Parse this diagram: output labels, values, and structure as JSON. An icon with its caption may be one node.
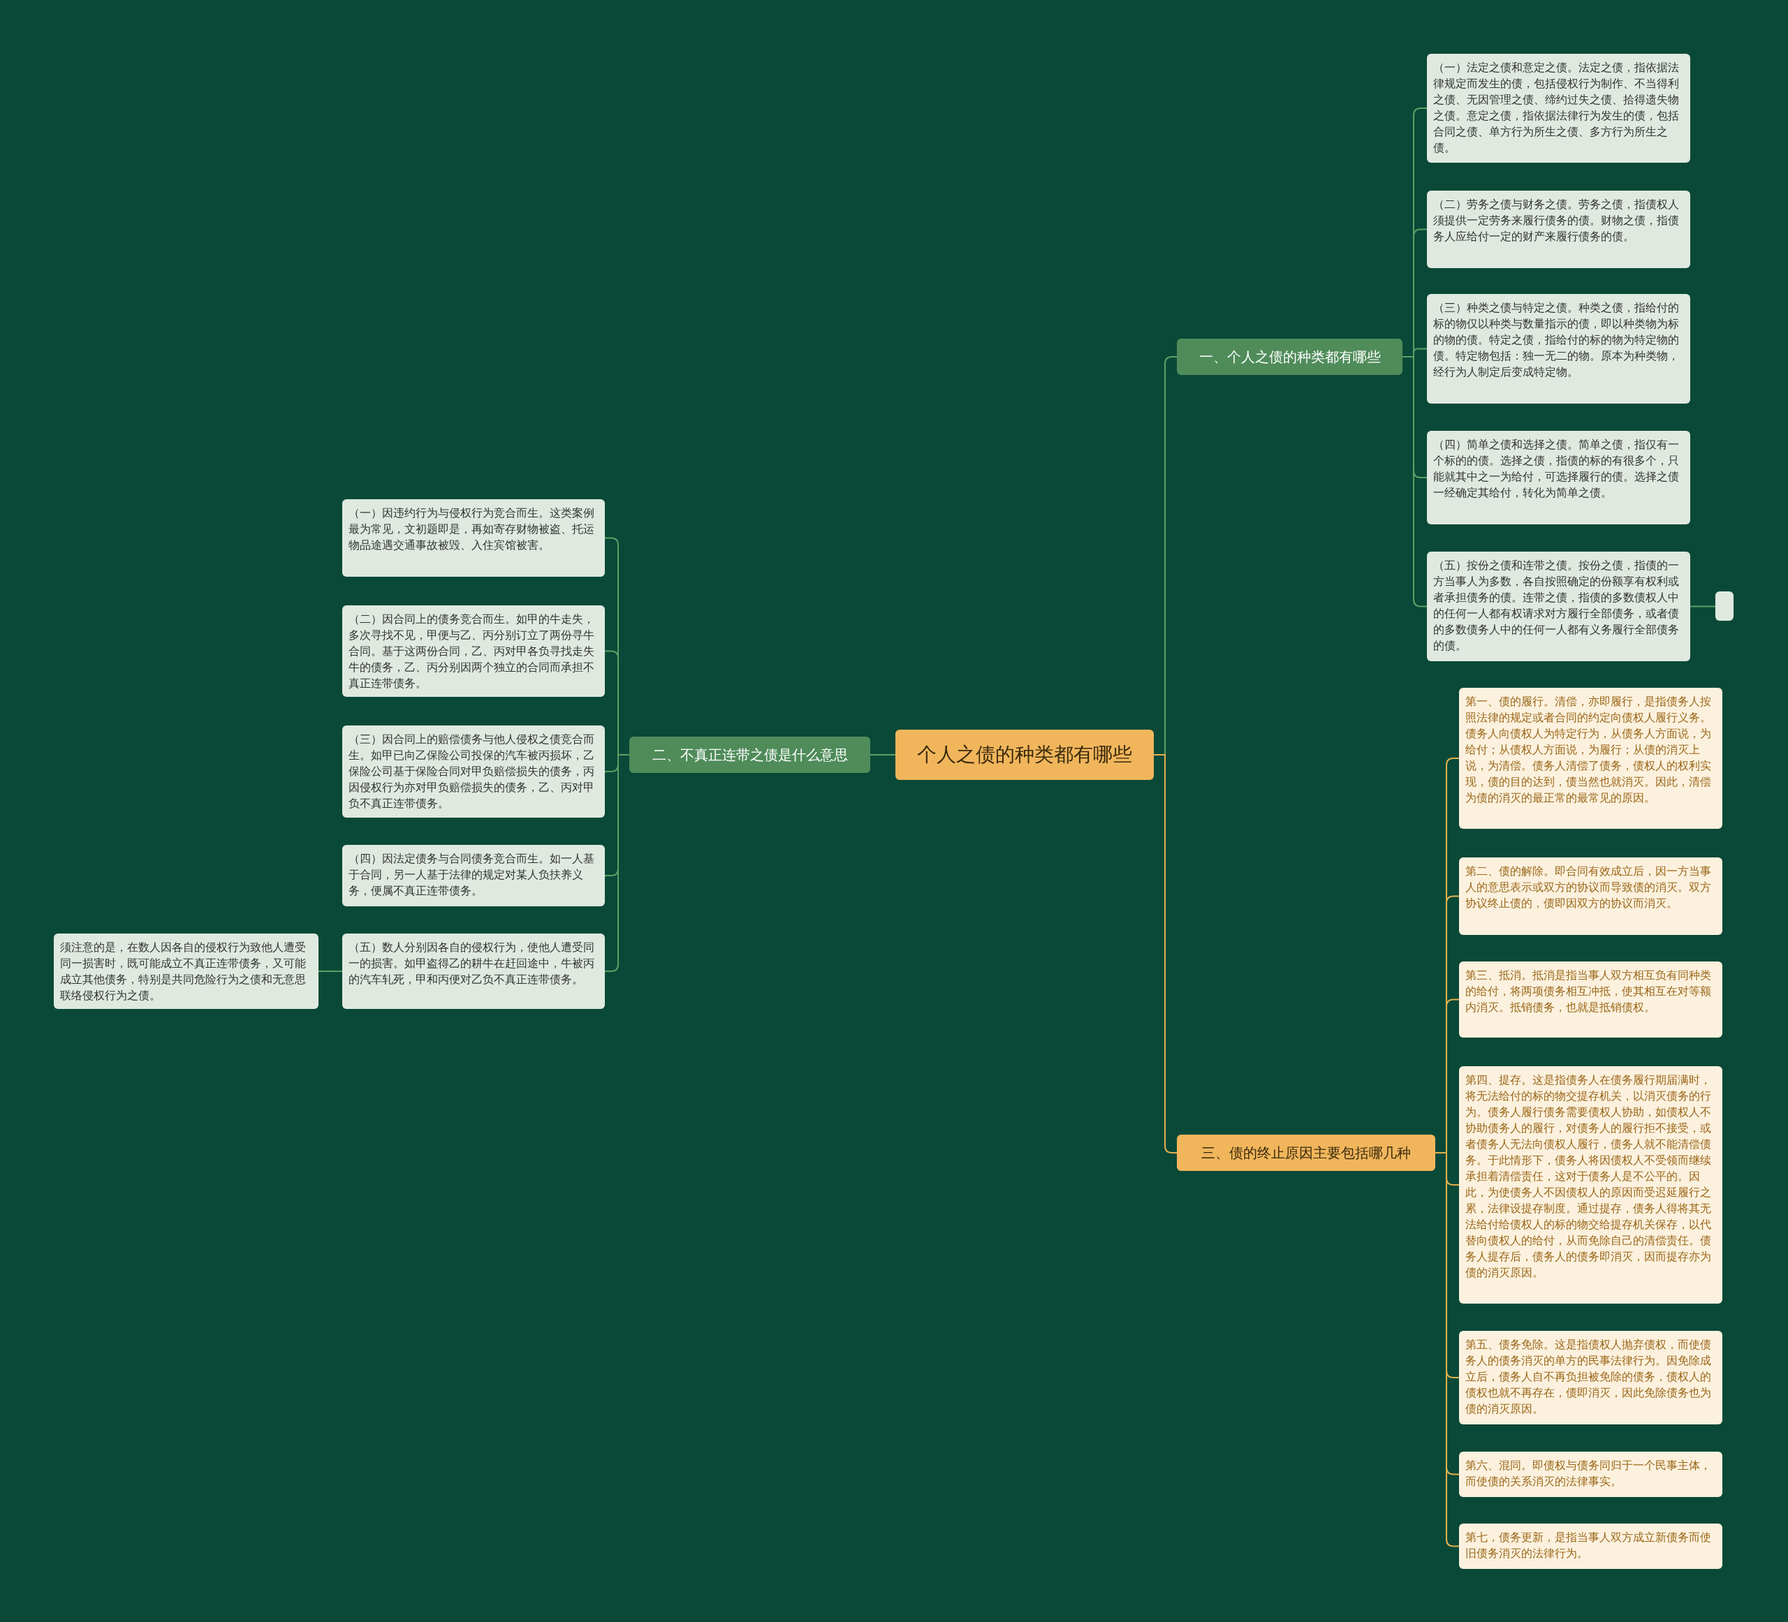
{
  "diagram": {
    "nodes": [
      {
        "text": [
          "个人之债的种类都有哪些"
        ]
      },
      {
        "text": [
          "一、个人之债的种类都有哪些"
        ]
      },
      {
        "text": [
          "（一）法定之债和意定之债。法定之债，指依据法律规定而发生的债，包括侵权行为制作、不当得利之债、无因管理之债、缔约过失之债、拾得遗失物之债。意定之债，指依据法律行为发生的债，包括合同之债、单方行为所生之债、多方行为所生之债。"
        ]
      },
      {
        "text": [
          "（二）劳务之债与财务之债。劳务之债，指债权人须提供一定劳务来履行债务的债。财物之债，指债务人应给付一定的财产来履行债务的债。"
        ]
      },
      {
        "text": [
          "（三）种类之债与特定之债。种类之债，指给付的标的物仅以种类与数量指示的债，即以种类物为标的物的债。特定之债，指给付的标的物为特定物的债。特定物包括：独一无二的物。原本为种类物，经行为人制定后变成特定物。"
        ]
      },
      {
        "text": [
          "（四）简单之债和选择之债。简单之债，指仅有一个标的的债。选择之债，指债的标的有很多个，只能就其中之一为给付，可选择履行的债。选择之债一经确定其给付，转化为简单之债。"
        ]
      },
      {
        "text": [
          "（五）按份之债和连带之债。按份之债，指债的一方当事人为多数，各自按照确定的份额享有权利或者承担债务的债。连带之债，指债的多数债权人中的任何一人都有权请求对方履行全部债务，或者债的多数债务人中的任何一人都有义务履行全部债务的债。"
        ]
      },
      {
        "text": [],
        "shape": "box"
      },
      {
        "text": [
          "二、不真正连带之债是什么意思"
        ]
      },
      {
        "text": [
          "（一）因违约行为与侵权行为竞合而生。这类案例最为常见，文初题即是，再如寄存财物被盗、托运物品途遇交通事故被毁、入住宾馆被害。"
        ]
      },
      {
        "text": [
          "（二）因合同上的债务竞合而生。如甲的牛走失，多次寻找不见，甲便与乙、丙分别订立了两份寻牛合同。基于这两份合同，乙、丙对甲各负寻找走失牛的债务，乙、丙分别因两个独立的合同而承担不真正连带债务。"
        ]
      },
      {
        "text": [
          "（三）因合同上的赔偿债务与他人侵权之债竞合而生。如甲已向乙保险公司投保的汽车被丙损坏，乙保险公司基于保险合同对甲负赔偿损失的债务，丙因侵权行为亦对甲负赔偿损失的债务，乙、丙对甲负不真正连带债务。"
        ]
      },
      {
        "text": [
          "（四）因法定债务与合同债务竞合而生。如一人基于合同，另一人基于法律的规定对某人负扶养义务，便属不真正连带债务。"
        ]
      },
      {
        "text": [
          "（五）数人分别因各自的侵权行为，使他人遭受同一的损害。如甲盗得乙的耕牛在赶回途中，牛被丙的汽车轧死，甲和丙便对乙负不真正连带债务。"
        ]
      },
      {
        "text": [
          "须注意的是，在数人因各自的侵权行为致他人遭受同一损害时，既可能成立不真正连带债务，又可能成立其他债务，特别是共同危险行为之债和无意思联络侵权行为之债。"
        ]
      },
      {
        "text": [
          "三、债的终止原因主要包括哪几种"
        ]
      },
      {
        "text": [
          "第一、债的履行。清偿，亦即履行，是指债务人按照法律的规定或者合同的约定向债权人履行义务。债务人向债权人为特定行为，从债务人方面说，为给付；从债权人方面说，为履行；从债的消灭上说，为清偿。债务人清偿了债务，债权人的权利实现，债的目的达到，债当然也就消灭。因此，清偿为债的消灭的最正常的最常见的原因。"
        ]
      },
      {
        "text": [
          "第二、债的解除。即合同有效成立后，因一方当事人的意思表示或双方的协议而导致债的消灭。双方协议终止债的，债即因双方的协议而消灭。"
        ]
      },
      {
        "text": [
          "第三、抵消。抵消是指当事人双方相互负有同种类的给付，将两项债务相互冲抵，使其相互在对等额内消灭。抵销债务，也就是抵销债权。"
        ]
      },
      {
        "text": [
          "第四、提存。这是指债务人在债务履行期届满时，将无法给付的标的物交提存机关，以消灭债务的行为。债务人履行债务需要债权人协助，如债权人不协助债务人的履行，对债务人的履行拒不接受，或者债务人无法向债权人履行，债务人就不能清偿债务。于此情形下，债务人将因债权人不受领而继续承担着清偿责任，这对于债务人是不公平的。因此，为使债务人不因债权人的原因而受迟延履行之累，法律设提存制度。通过提存，债务人得将其无法给付给债权人的标的物交给提存机关保存，以代替向债权人的给付，从而免除自己的清偿责任。债务人提存后，债务人的债务即消灭，因而提存亦为债的消灭原因。"
        ]
      },
      {
        "text": [
          "第五、债务免除。这是指债权人抛弃债权，而使债务人的债务消灭的单方的民事法律行为。因免除成立后，债务人自不再负担被免除的债务，债权人的债权也就不再存在，债即消灭，因此免除债务也为债的消灭原因。"
        ]
      },
      {
        "text": [
          "第六、混同。即债权与债务同归于一个民事主体，而使债的关系消灭的法律事实。"
        ]
      },
      {
        "text": [
          "第七，债务更新，是指当事人双方成立新债务而使旧债务消灭的法律行为。"
        ]
      }
    ],
    "edges": [
      {
        "from": 0,
        "to": 1,
        "arrow": "none"
      },
      {
        "from": 1,
        "to": 2,
        "arrow": "none"
      },
      {
        "from": 1,
        "to": 3,
        "arrow": "none"
      },
      {
        "from": 1,
        "to": 4,
        "arrow": "none"
      },
      {
        "from": 1,
        "to": 5,
        "arrow": "none"
      },
      {
        "from": 1,
        "to": 6,
        "arrow": "none"
      },
      {
        "from": 6,
        "to": 7,
        "arrow": "none"
      },
      {
        "from": 0,
        "to": 8,
        "arrow": "none"
      },
      {
        "from": 8,
        "to": 9,
        "arrow": "none"
      },
      {
        "from": 8,
        "to": 10,
        "arrow": "none"
      },
      {
        "from": 8,
        "to": 11,
        "arrow": "none"
      },
      {
        "from": 8,
        "to": 12,
        "arrow": "none"
      },
      {
        "from": 8,
        "to": 13,
        "arrow": "none"
      },
      {
        "from": 13,
        "to": 14,
        "arrow": "none"
      },
      {
        "from": 0,
        "to": 15,
        "arrow": "none",
        "color": "#e3b04f"
      },
      {
        "from": 15,
        "to": 16,
        "arrow": "none",
        "color": "#e3b04f"
      },
      {
        "from": 15,
        "to": 17,
        "arrow": "none",
        "color": "#e3b04f"
      },
      {
        "from": 15,
        "to": 18,
        "arrow": "none",
        "color": "#e3b04f"
      },
      {
        "from": 15,
        "to": 19,
        "arrow": "none",
        "color": "#e3b04f"
      },
      {
        "from": 15,
        "to": 20,
        "arrow": "none",
        "color": "#e3b04f"
      },
      {
        "from": 15,
        "to": 21,
        "arrow": "none",
        "color": "#e3b04f"
      },
      {
        "from": 15,
        "to": 22,
        "arrow": "none",
        "color": "#e3b04f"
      }
    ]
  }
}
